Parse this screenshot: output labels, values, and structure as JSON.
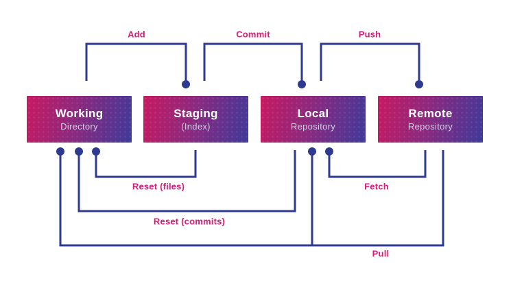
{
  "diagram": {
    "name": "git-workflow",
    "colors": {
      "line": "#2d3a8f",
      "label": "#db1b76",
      "box_gradient_start": "#c81a60",
      "box_gradient_end": "#3f3a9a",
      "node_title": "#ffffff",
      "node_subtitle": "#d5cbe6",
      "background": "#ffffff"
    },
    "nodes": [
      {
        "id": "working-directory",
        "title": "Working",
        "subtitle": "Directory"
      },
      {
        "id": "staging-index",
        "title": "Staging",
        "subtitle": "(Index)"
      },
      {
        "id": "local-repository",
        "title": "Local",
        "subtitle": "Repository"
      },
      {
        "id": "remote-repository",
        "title": "Remote",
        "subtitle": "Repository"
      }
    ],
    "edges": [
      {
        "label": "Add",
        "from": "working-directory",
        "to": [
          "staging-index"
        ]
      },
      {
        "label": "Commit",
        "from": "staging-index",
        "to": [
          "local-repository"
        ]
      },
      {
        "label": "Push",
        "from": "local-repository",
        "to": [
          "remote-repository"
        ]
      },
      {
        "label": "Reset (files)",
        "from": "staging-index",
        "to": [
          "working-directory"
        ]
      },
      {
        "label": "Reset (commits)",
        "from": "local-repository",
        "to": [
          "working-directory"
        ]
      },
      {
        "label": "Fetch",
        "from": "remote-repository",
        "to": [
          "local-repository"
        ]
      },
      {
        "label": "Pull",
        "from": "remote-repository",
        "to": [
          "working-directory",
          "local-repository"
        ]
      }
    ]
  }
}
